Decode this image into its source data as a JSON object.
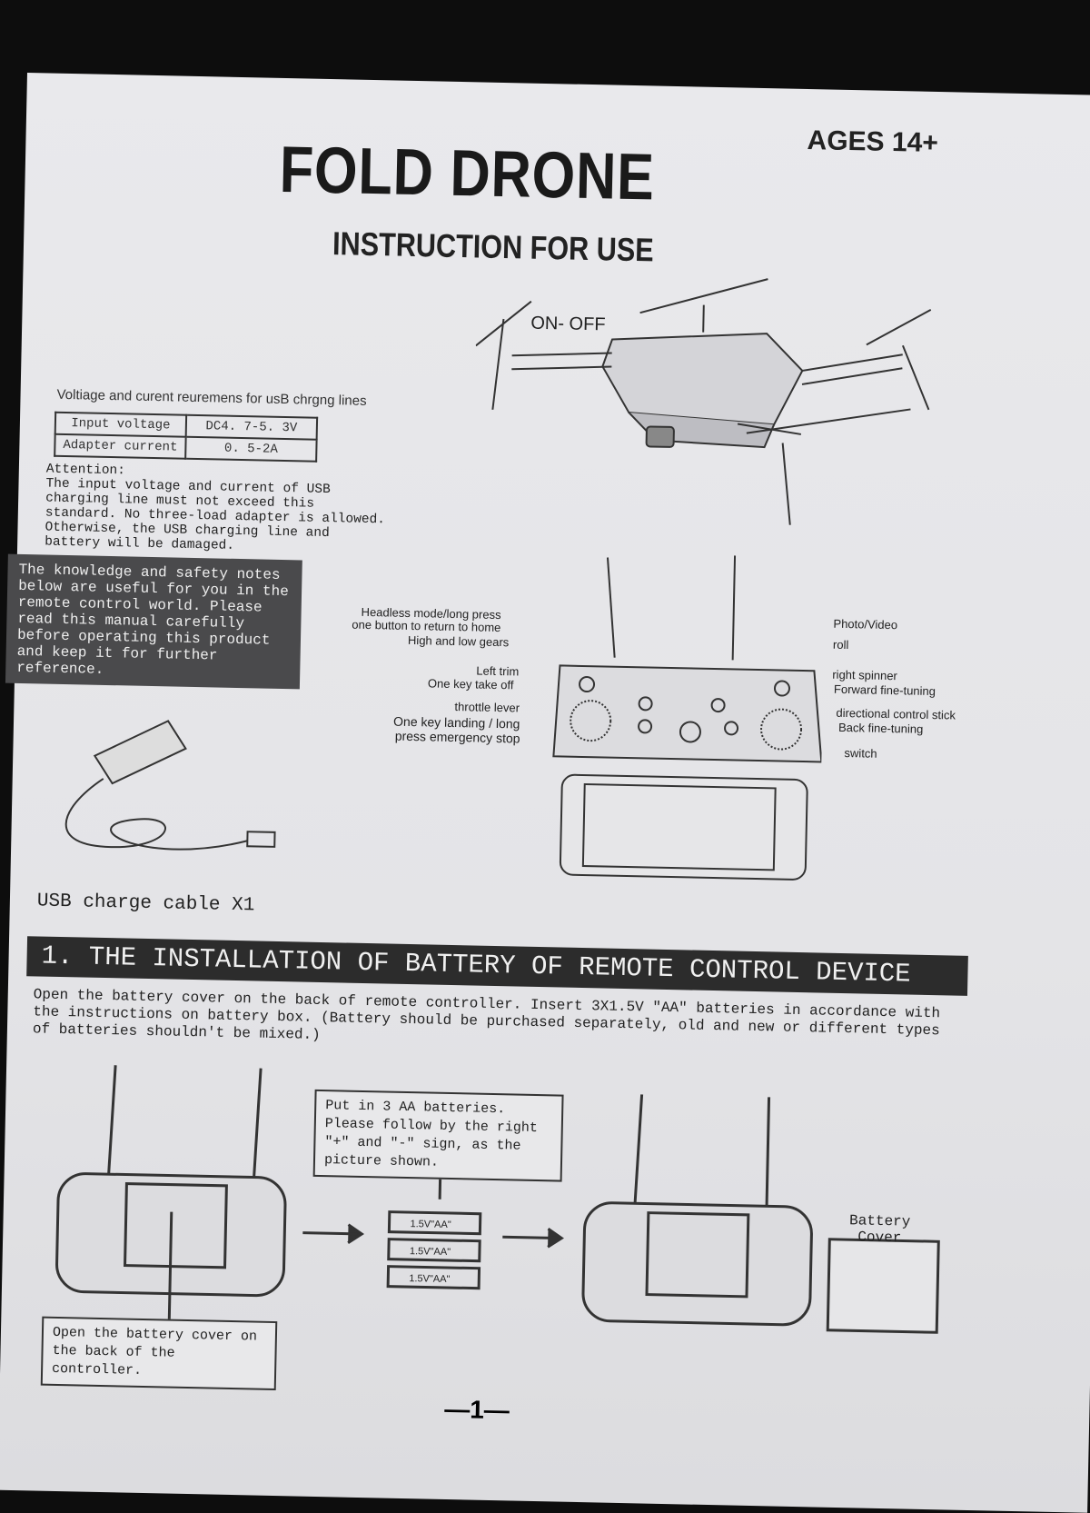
{
  "header": {
    "title": "FOLD DRONE",
    "subtitle": "INSTRUCTION FOR USE",
    "age_rating": "AGES 14+"
  },
  "drone": {
    "power_label": "ON- OFF"
  },
  "charging": {
    "heading": "Voltiage and curent reuremens for usB chrgng lines",
    "table": [
      [
        "Input voltage",
        "DC4. 7-5. 3V"
      ],
      [
        "Adapter current",
        "0. 5-2A"
      ]
    ],
    "attention_title": "Attention:",
    "attention_text": "    The input voltage and current of USB\ncharging line must not exceed this\nstandard. No three-load adapter is allowed.\nOtherwise, the USB charging line and\nbattery will be damaged."
  },
  "safety_note": "The knowledge and safety notes below are useful for you in the remote control world. Please read this manual carefully before operating this product and keep it for further reference.",
  "usb_cable_label": "USB charge cable X1",
  "controller_labels": {
    "headless": "Headless mode/long press",
    "return_home": "one button to return to home",
    "gears": "High and low gears",
    "left_trim": "Left trim",
    "takeoff": "One key take off",
    "throttle": "throttle lever",
    "landing1": "One key landing / long",
    "landing2": "press emergency stop",
    "photo": "Photo/Video",
    "roll": "roll",
    "right_spinner": "right spinner",
    "forward": "Forward fine-tuning",
    "direction": "directional control stick",
    "back": "Back fine-tuning",
    "switch": "switch"
  },
  "section1": {
    "heading": "1. THE INSTALLATION OF BATTERY OF REMOTE CONTROL DEVICE",
    "text": "Open the battery cover on the back of remote controller. Insert 3X1.5V \"AA\" batteries in accordance with the instructions on battery box. (Battery should be purchased separately, old and new or different types of batteries shouldn't be mixed.)",
    "callout_batteries": "Put in 3 AA batteries. Please follow by the right \"+\" and \"-\" sign, as the picture shown.",
    "callout_cover": "Open the battery cover on the back of the controller.",
    "battery_cover_label": "Battery Cover",
    "battery_text": "1.5V\"AA\""
  },
  "page_number": "—1—"
}
